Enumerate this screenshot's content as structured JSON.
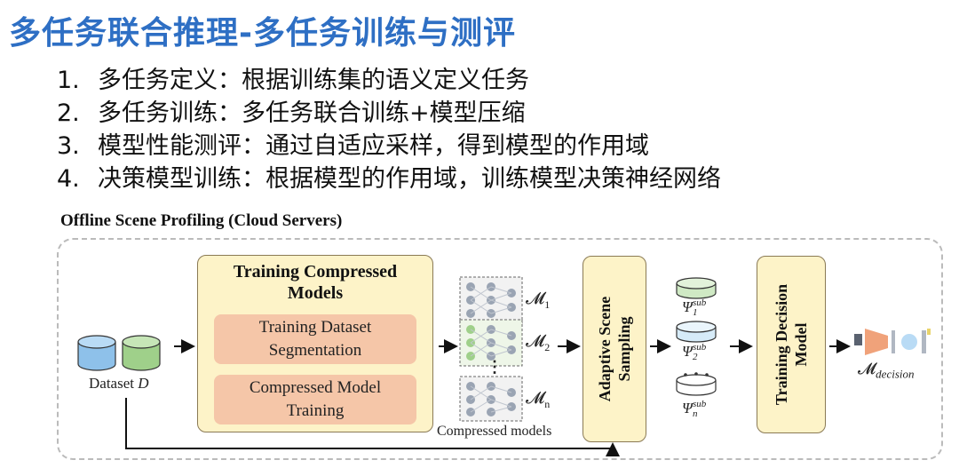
{
  "title": "多任务联合推理-多任务训练与测评",
  "steps": [
    {
      "num": "1.",
      "text": "多任务定义：根据训练集的语义定义任务"
    },
    {
      "num": "2.",
      "text": "多任务训练：多任务联合训练+模型压缩"
    },
    {
      "num": "3.",
      "text": "模型性能测评：通过自适应采样，得到模型的作用域"
    },
    {
      "num": "4.",
      "text": "决策模型训练：根据模型的作用域，训练模型决策神经网络"
    }
  ],
  "diagram": {
    "subtitle": "Offline Scene Profiling (Cloud Servers)",
    "dataset_label": "Dataset",
    "dataset_symbol": "D",
    "box_training": {
      "title_line1": "Training Compressed",
      "title_line2": "Models",
      "sub1_line1": "Training Dataset",
      "sub1_line2": "Segmentation",
      "sub2_line1": "Compressed Model",
      "sub2_line2": "Training"
    },
    "models": [
      {
        "base": "𝓜",
        "sub": "1"
      },
      {
        "base": "𝓜",
        "sub": "2"
      },
      {
        "base": "𝓜",
        "sub": "n"
      }
    ],
    "ellipsis": "⋮",
    "compressed_models_label": "Compressed models",
    "box_sampling": {
      "line1": "Adaptive Scene",
      "line2": "Sampling"
    },
    "psi": [
      {
        "base": "Ψ",
        "sup": "sub",
        "sub": "1"
      },
      {
        "base": "Ψ",
        "sup": "sub",
        "sub": "2"
      },
      {
        "base": "Ψ",
        "sup": "sub",
        "sub": "n"
      }
    ],
    "box_decision": {
      "line1": "Training Decision",
      "line2": "Model"
    },
    "decision_label": {
      "base": "𝓜",
      "sub": "decision"
    },
    "colors": {
      "title": "#2e6fc4",
      "box_fill": "#fdf3c8",
      "inner_fill": "#f5c6a8",
      "db_blue": "#8ec1ea",
      "db_green": "#9fd08a",
      "db_cyl": "#cfe9c4",
      "net_node": "#9aa4b3",
      "funnel": "#f0a27a"
    }
  }
}
